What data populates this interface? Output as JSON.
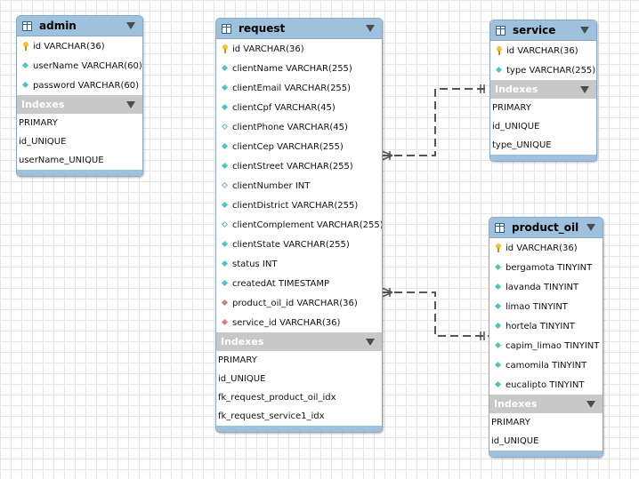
{
  "tables": {
    "admin": {
      "name": "admin",
      "columns": [
        {
          "text": "id VARCHAR(36)",
          "icon": "primary-key-icon"
        },
        {
          "text": "userName VARCHAR(60)",
          "icon": "column-diamond-icon"
        },
        {
          "text": "password VARCHAR(60)",
          "icon": "column-diamond-icon"
        }
      ],
      "indexes_label": "Indexes",
      "indexes": [
        "PRIMARY",
        "id_UNIQUE",
        "userName_UNIQUE"
      ]
    },
    "request": {
      "name": "request",
      "columns": [
        {
          "text": "id VARCHAR(36)",
          "icon": "primary-key-icon"
        },
        {
          "text": "clientName VARCHAR(255)",
          "icon": "column-diamond-icon"
        },
        {
          "text": "clientEmail VARCHAR(255)",
          "icon": "column-diamond-icon"
        },
        {
          "text": "clientCpf VARCHAR(45)",
          "icon": "column-diamond-icon"
        },
        {
          "text": "clientPhone VARCHAR(45)",
          "icon": "nullable-column-icon"
        },
        {
          "text": "clientCep VARCHAR(255)",
          "icon": "column-diamond-icon"
        },
        {
          "text": "clientStreet VARCHAR(255)",
          "icon": "column-diamond-icon"
        },
        {
          "text": "clientNumber INT",
          "icon": "nullable-column-icon"
        },
        {
          "text": "clientDistrict VARCHAR(255)",
          "icon": "column-diamond-icon"
        },
        {
          "text": "clientComplement VARCHAR(255)",
          "icon": "nullable-column-icon"
        },
        {
          "text": "clientState VARCHAR(255)",
          "icon": "column-diamond-icon"
        },
        {
          "text": "status INT",
          "icon": "column-diamond-icon"
        },
        {
          "text": "createdAt TIMESTAMP",
          "icon": "column-diamond-icon"
        },
        {
          "text": "product_oil_id VARCHAR(36)",
          "icon": "foreign-key-icon"
        },
        {
          "text": "service_id VARCHAR(36)",
          "icon": "foreign-key-icon"
        }
      ],
      "indexes_label": "Indexes",
      "indexes": [
        "PRIMARY",
        "id_UNIQUE",
        "fk_request_product_oil_idx",
        "fk_request_service1_idx"
      ]
    },
    "service": {
      "name": "service",
      "columns": [
        {
          "text": "id VARCHAR(36)",
          "icon": "primary-key-icon"
        },
        {
          "text": "type VARCHAR(255)",
          "icon": "column-diamond-icon"
        }
      ],
      "indexes_label": "Indexes",
      "indexes": [
        "PRIMARY",
        "id_UNIQUE",
        "type_UNIQUE"
      ]
    },
    "product_oil": {
      "name": "product_oil",
      "columns": [
        {
          "text": "id VARCHAR(36)",
          "icon": "primary-key-icon"
        },
        {
          "text": "bergamota TINYINT",
          "icon": "column-diamond-icon"
        },
        {
          "text": "lavanda TINYINT",
          "icon": "column-diamond-icon"
        },
        {
          "text": "limao TINYINT",
          "icon": "column-diamond-icon"
        },
        {
          "text": "hortela TINYINT",
          "icon": "column-diamond-icon"
        },
        {
          "text": "capim_limao TINYINT",
          "icon": "column-diamond-icon"
        },
        {
          "text": "camomila TINYINT",
          "icon": "column-diamond-icon"
        },
        {
          "text": "eucalipto TINYINT",
          "icon": "column-diamond-icon"
        }
      ],
      "indexes_label": "Indexes",
      "indexes": [
        "PRIMARY",
        "id_UNIQUE"
      ]
    }
  },
  "relationships": [
    {
      "from": "request",
      "to": "service",
      "style": "dashed"
    },
    {
      "from": "request",
      "to": "product_oil",
      "style": "dashed"
    }
  ],
  "colors": {
    "header": "#9ec1de",
    "index_header": "#c8c8c8",
    "primary_key": "#f2c230",
    "column_diamond": "#4dc5c5",
    "foreign_key": "#d47d7d",
    "relationship_line": "#555555"
  }
}
